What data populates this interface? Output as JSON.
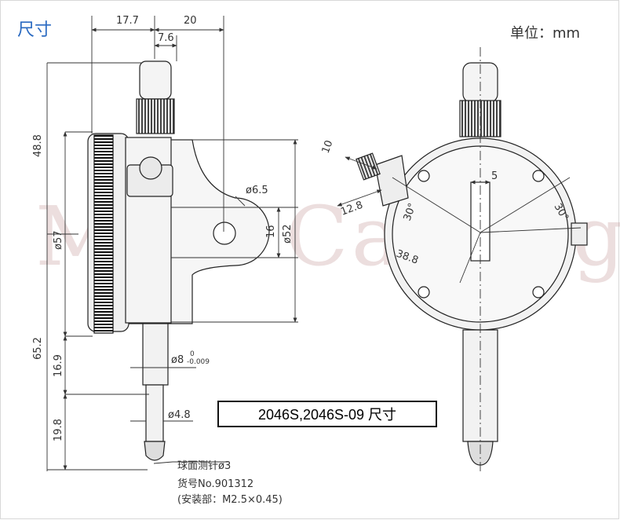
{
  "header": {
    "title": "尺寸",
    "unit": "单位：mm"
  },
  "model_label": "2046S,2046S-09 尺寸",
  "watermark": "MRO Catalog",
  "side_view_dims": {
    "top_17_7": "17.7",
    "top_20": "20",
    "top_7_6": "7.6",
    "left_48_8": "48.8",
    "left_57": "ø57",
    "left_65_2": "65.2",
    "left_16_9": "16.9",
    "left_19_8": "19.8",
    "hole_6_5": "ø6.5",
    "dim_16": "16",
    "dim_52": "ø52",
    "stem_8": "ø8",
    "stem_tol_upper": "0",
    "stem_tol_lower": "-0.009",
    "tip_4_8": "ø4.8"
  },
  "front_view_dims": {
    "d10": "10",
    "d12_8": "12.8",
    "d38_8": "38.8",
    "d5": "5",
    "angle_left": "30°",
    "angle_right": "30°"
  },
  "notes": {
    "ball_tip": "球面测针ø3",
    "part_no": "货号No.901312",
    "mount": "(安装部：M2.5×0.45)"
  }
}
